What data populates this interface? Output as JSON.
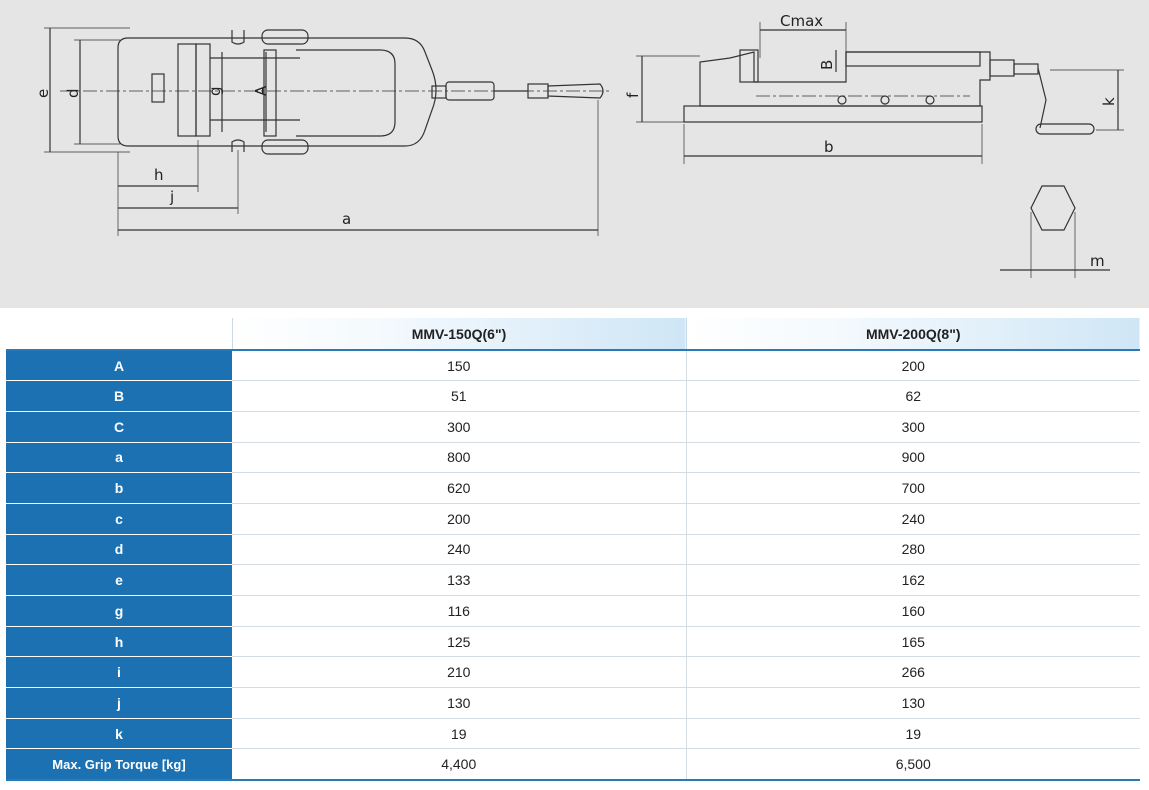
{
  "drawing": {
    "dimension_labels": {
      "e": "e",
      "d": "d",
      "g": "g",
      "A": "A",
      "h": "h",
      "j": "j",
      "a": "a",
      "cmax": "Cmax",
      "B": "B",
      "f": "f",
      "b": "b",
      "k": "k",
      "m": "m"
    }
  },
  "table": {
    "columns": [
      "",
      "MMV-150Q(6\")",
      "MMV-200Q(8\")"
    ],
    "rows": [
      {
        "label": "A",
        "v1": "150",
        "v2": "200"
      },
      {
        "label": "B",
        "v1": "51",
        "v2": "62"
      },
      {
        "label": "C",
        "v1": "300",
        "v2": "300"
      },
      {
        "label": "a",
        "v1": "800",
        "v2": "900"
      },
      {
        "label": "b",
        "v1": "620",
        "v2": "700"
      },
      {
        "label": "c",
        "v1": "200",
        "v2": "240"
      },
      {
        "label": "d",
        "v1": "240",
        "v2": "280"
      },
      {
        "label": "e",
        "v1": "133",
        "v2": "162"
      },
      {
        "label": "g",
        "v1": "116",
        "v2": "160"
      },
      {
        "label": "h",
        "v1": "125",
        "v2": "165"
      },
      {
        "label": "i",
        "v1": "210",
        "v2": "266"
      },
      {
        "label": "j",
        "v1": "130",
        "v2": "130"
      },
      {
        "label": "k",
        "v1": "19",
        "v2": "19"
      },
      {
        "label": "Max. Grip Torque [kg]",
        "v1": "4,400",
        "v2": "6,500"
      }
    ]
  }
}
